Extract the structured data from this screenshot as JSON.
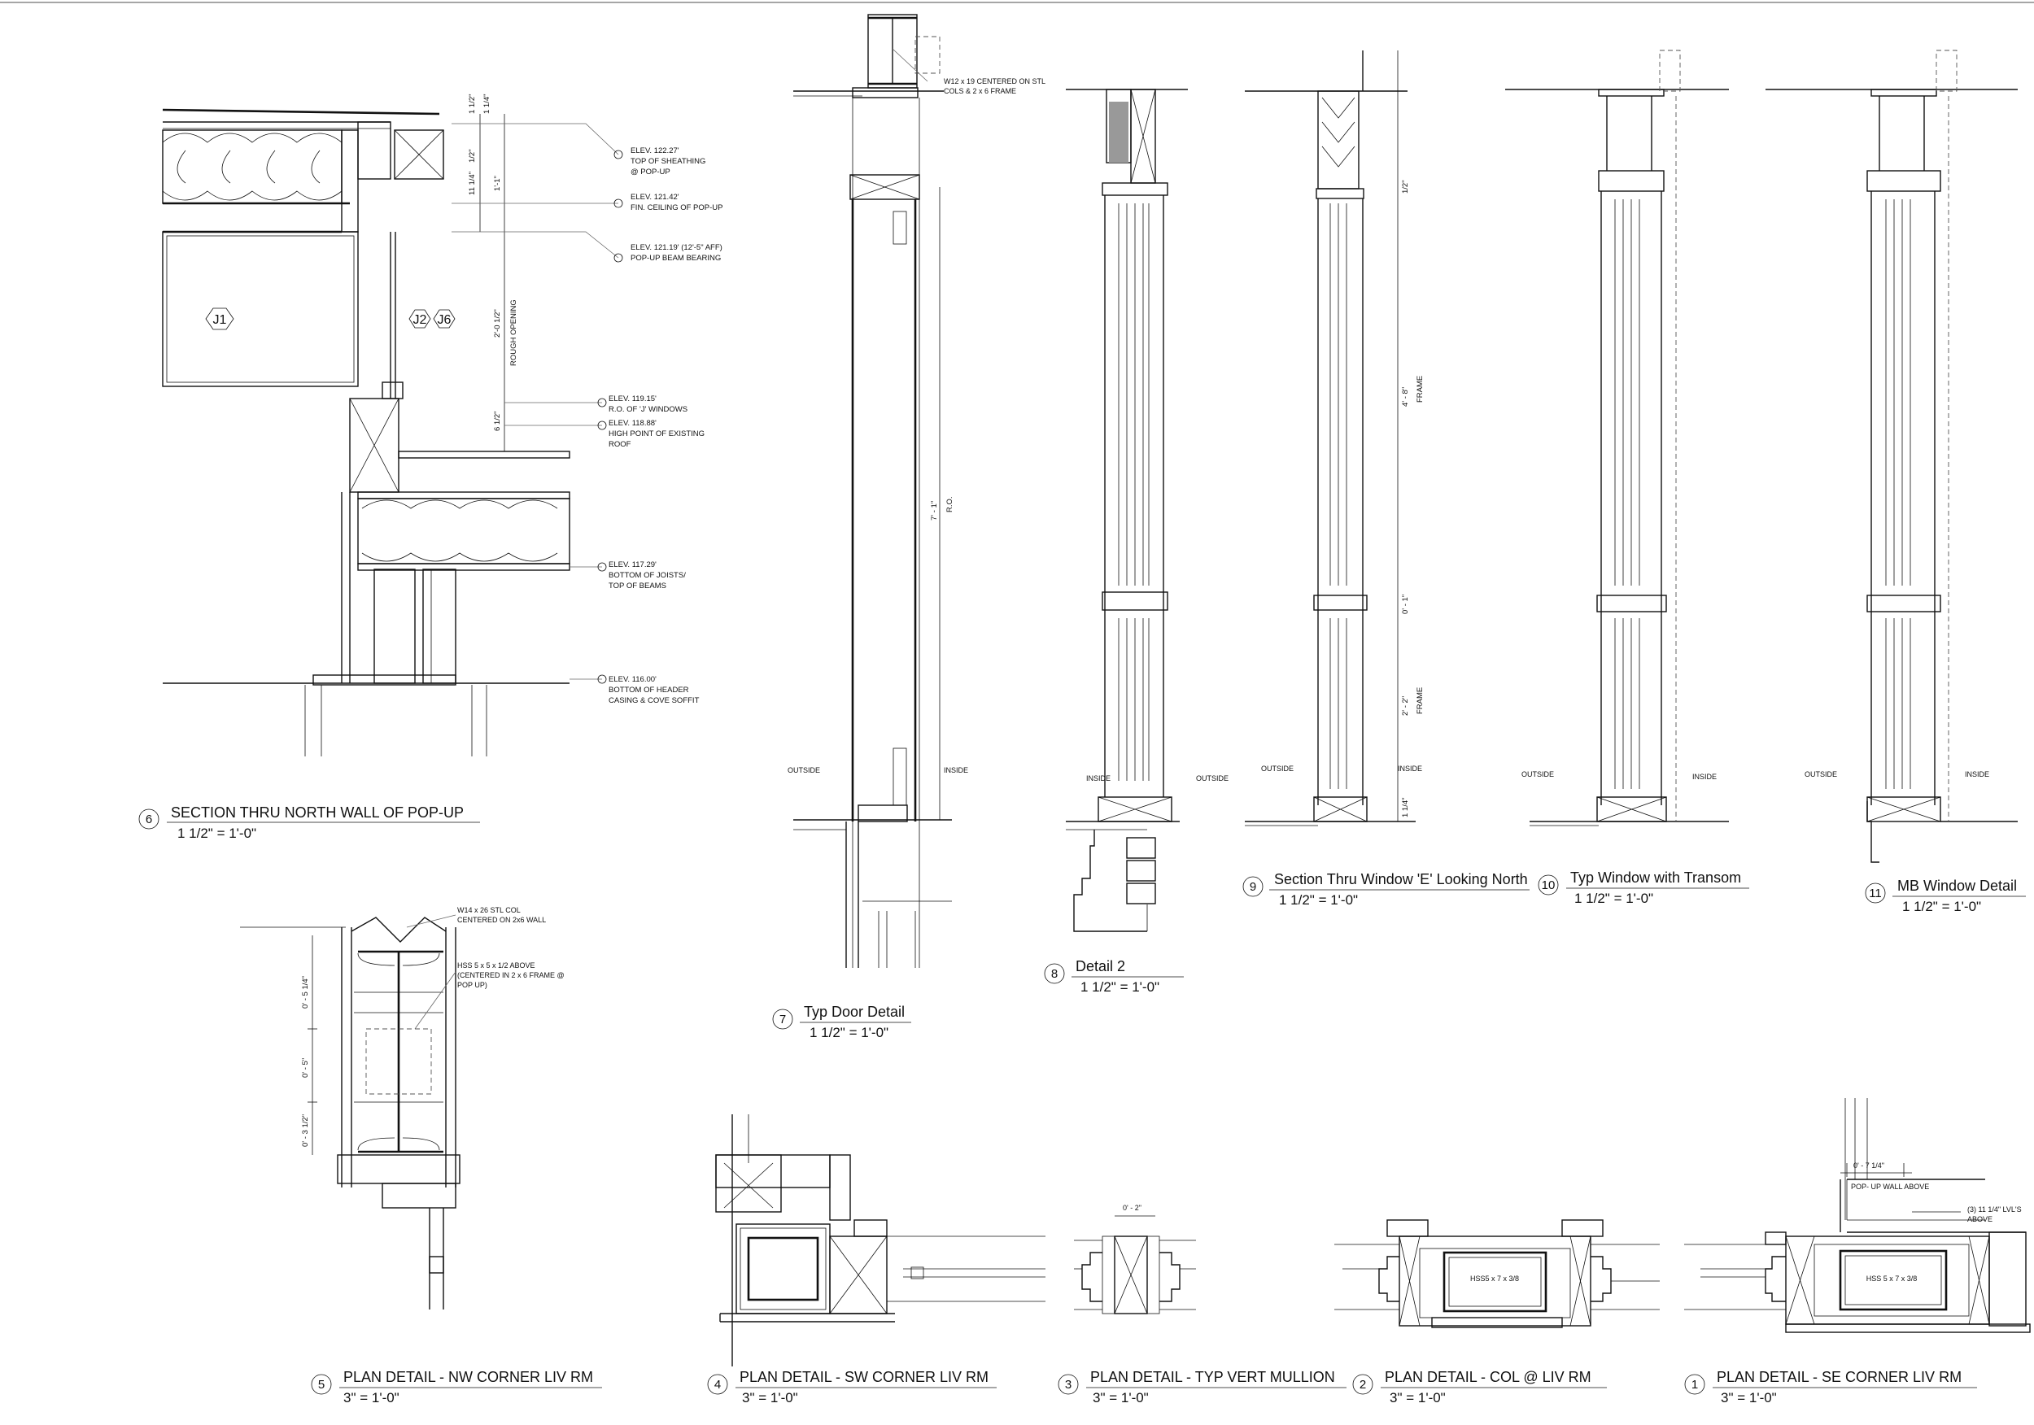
{
  "details": {
    "d6": {
      "num": "6",
      "title": "SECTION THRU NORTH WALL OF POP-UP",
      "scale": "1 1/2\" = 1'-0\""
    },
    "d7": {
      "num": "7",
      "title": "Typ Door Detail",
      "scale": "1 1/2\" = 1'-0\""
    },
    "d8": {
      "num": "8",
      "title": "Detail 2",
      "scale": "1 1/2\" = 1'-0\""
    },
    "d9": {
      "num": "9",
      "title": "Section Thru Window 'E' Looking North",
      "scale": "1 1/2\" = 1'-0\""
    },
    "d10": {
      "num": "10",
      "title": "Typ Window with Transom",
      "scale": "1 1/2\" = 1'-0\""
    },
    "d11": {
      "num": "11",
      "title": "MB Window Detail",
      "scale": "1 1/2\" = 1'-0\""
    },
    "d5": {
      "num": "5",
      "title": "PLAN DETAIL - NW CORNER LIV RM",
      "scale": "3\" = 1'-0\""
    },
    "d4": {
      "num": "4",
      "title": "PLAN DETAIL - SW CORNER LIV RM",
      "scale": "3\" = 1'-0\""
    },
    "d3": {
      "num": "3",
      "title": "PLAN DETAIL - TYP VERT MULLION",
      "scale": "3\" = 1'-0\""
    },
    "d2": {
      "num": "2",
      "title": "PLAN DETAIL - COL @ LIV RM",
      "scale": "3\" = 1'-0\""
    },
    "d1": {
      "num": "1",
      "title": "PLAN DETAIL - SE CORNER LIV RM",
      "scale": "3\" = 1'-0\""
    }
  },
  "d6_notes": {
    "e1a": "ELEV. 122.27'",
    "e1b": "TOP OF SHEATHING",
    "e1c": "@ POP-UP",
    "e2a": "ELEV. 121.42'",
    "e2b": "FIN. CEILING OF POP-UP",
    "e3a": "ELEV. 121.19' (12'-5\" AFF)",
    "e3b": "POP-UP BEAM BEARING",
    "e4a": "ELEV. 119.15'",
    "e4b": "R.O. OF 'J' WINDOWS",
    "e5a": "ELEV. 118.88'",
    "e5b": "HIGH POINT OF EXISTING",
    "e5c": "ROOF",
    "e6a": "ELEV. 117.29'",
    "e6b": "BOTTOM OF JOISTS/",
    "e6c": "TOP OF BEAMS",
    "e7a": "ELEV. 116.00'",
    "e7b": "BOTTOM OF HEADER",
    "e7c": "CASING & COVE SOFFIT",
    "dim1": "1 1/2\"",
    "dim2": "1 1/4\"",
    "dim3": "1/2\"",
    "dim4": "11 1/4\"",
    "dim5": "1'-1\"",
    "dim6": "2'-0 1/2\"",
    "rough": "ROUGH OPENING",
    "dim7": "6 1/2\"",
    "tag_j1": "J1",
    "tag_j2": "J2",
    "tag_j6": "J6"
  },
  "d7_notes": {
    "beam1": "W12 x 19 CENTERED ON STL",
    "beam2": "COLS & 2 x 6 FRAME",
    "dim": "7' - 1\"",
    "ro": "R.O.",
    "outside": "OUTSIDE",
    "inside": "INSIDE"
  },
  "d8_notes": {
    "inside": "INSIDE"
  },
  "d9_notes": {
    "outside_a": "OUTSIDE",
    "outside": "OUTSIDE",
    "inside": "INSIDE",
    "dim1": "1/2\"",
    "dim2": "4' - 8\"",
    "frame1": "FRAME",
    "dim3": "0' - 1\"",
    "dim4": "2' - 2\"",
    "frame2": "FRAME",
    "dim5": "1 1/4\""
  },
  "d10_notes": {
    "outside": "OUTSIDE",
    "inside": "INSIDE"
  },
  "d11_notes": {
    "outside": "OUTSIDE",
    "inside": "INSIDE"
  },
  "d5_notes": {
    "col1": "W14 x 26 STL COL",
    "col2": "CENTERED ON 2x6 WALL",
    "hss1": "HSS 5 x 5 x 1/2 ABOVE",
    "hss2": "(CENTERED IN 2 x 6 FRAME @",
    "hss3": "POP UP)",
    "dim1": "0' - 5 1/4\"",
    "dim2": "0' - 5\"",
    "dim3": "0' - 3 1/2\""
  },
  "d3_notes": {
    "dim": "0' - 2\""
  },
  "d2_notes": {
    "hss": "HSS5 x 7 x 3/8"
  },
  "d1_notes": {
    "dim": "0' - 7 1/4\"",
    "wall": "POP- UP WALL ABOVE",
    "lvl1": "(3) 11 1/4\" LVL'S",
    "lvl2": "ABOVE",
    "hss": "HSS 5 x 7 x 3/8"
  }
}
